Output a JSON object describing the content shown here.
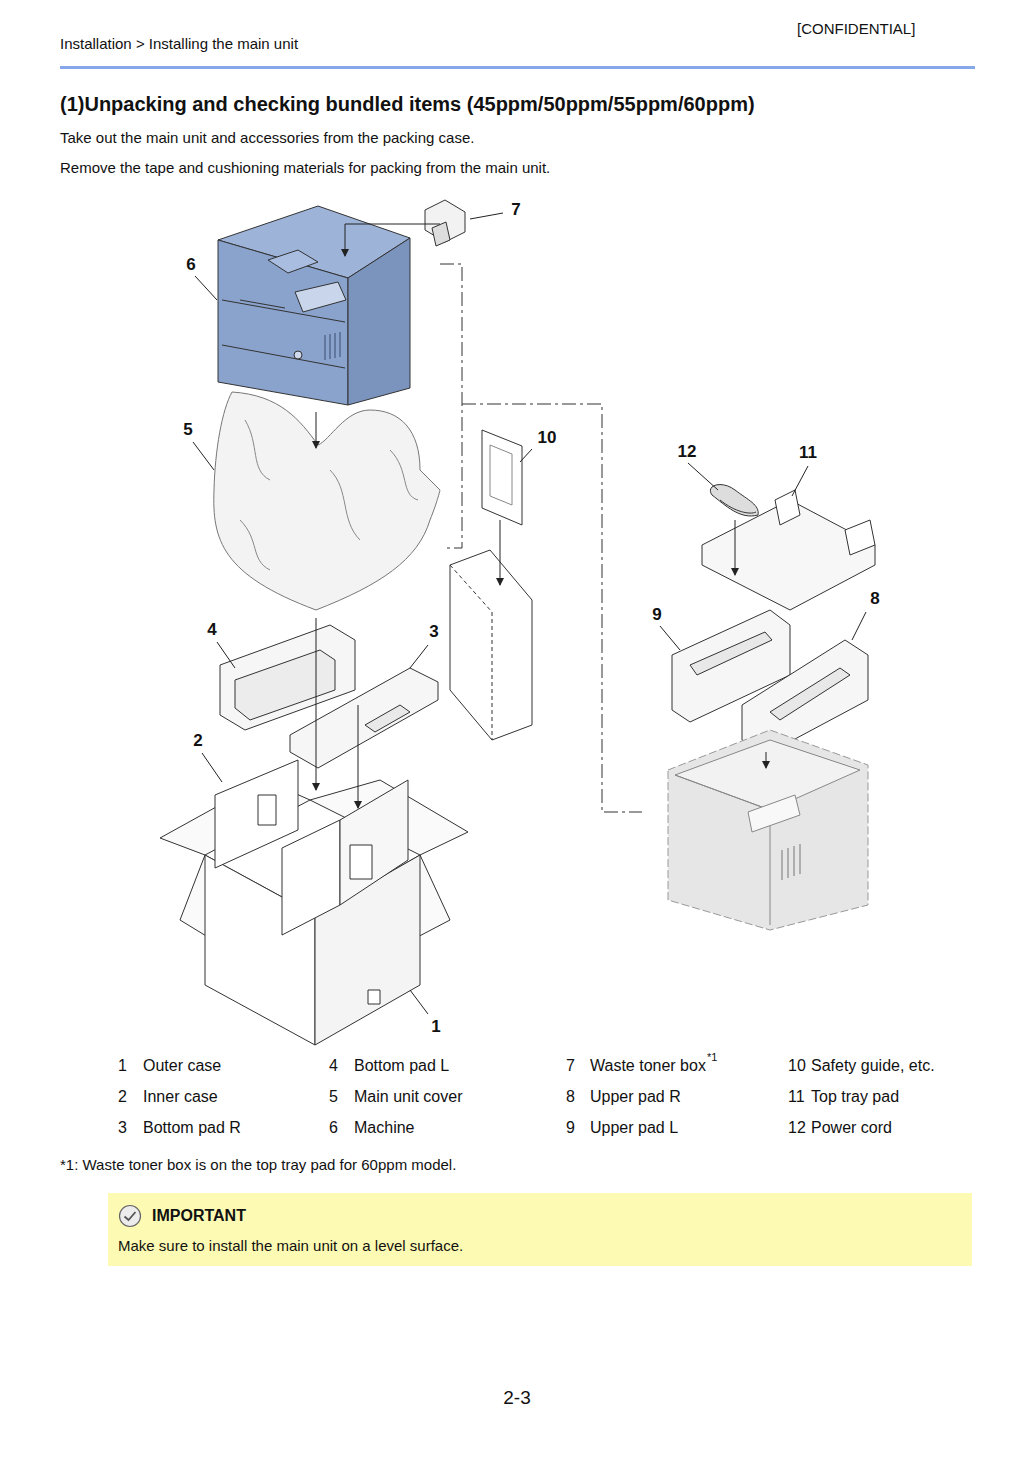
{
  "diagram": {
    "title": "(1)Unpacking and checking bundled items (45ppm/50ppm/55ppm/60ppm)",
    "nodes": [
      {
        "text": [
          "IMPORTANT",
          "Make sure to install the main unit on a level surface."
        ]
      }
    ],
    "labels": [
      "Installation > Installing the main unit",
      "[CONFIDENTIAL]",
      "Take out the main unit and accessories from the packing case.",
      "Remove the tape and cushioning materials for packing from the main unit.",
      "7",
      "6",
      "5",
      "10",
      "12",
      "11",
      "4",
      "3",
      "9",
      "8",
      "2",
      "1",
      "1",
      "Outer case",
      "4",
      "Bottom pad L",
      "7",
      "Waste toner box",
      "*1",
      "10",
      "Safety guide, etc.",
      "2",
      "Inner case",
      "5",
      "Main unit cover",
      "8",
      "Upper pad R",
      "11",
      "Top tray pad",
      "3",
      "Bottom pad R",
      "6",
      "Machine",
      "9",
      "Upper pad L",
      "12",
      "Power cord",
      "*1: Waste toner box is on the top tray pad for 60ppm model.",
      "2-3"
    ]
  }
}
